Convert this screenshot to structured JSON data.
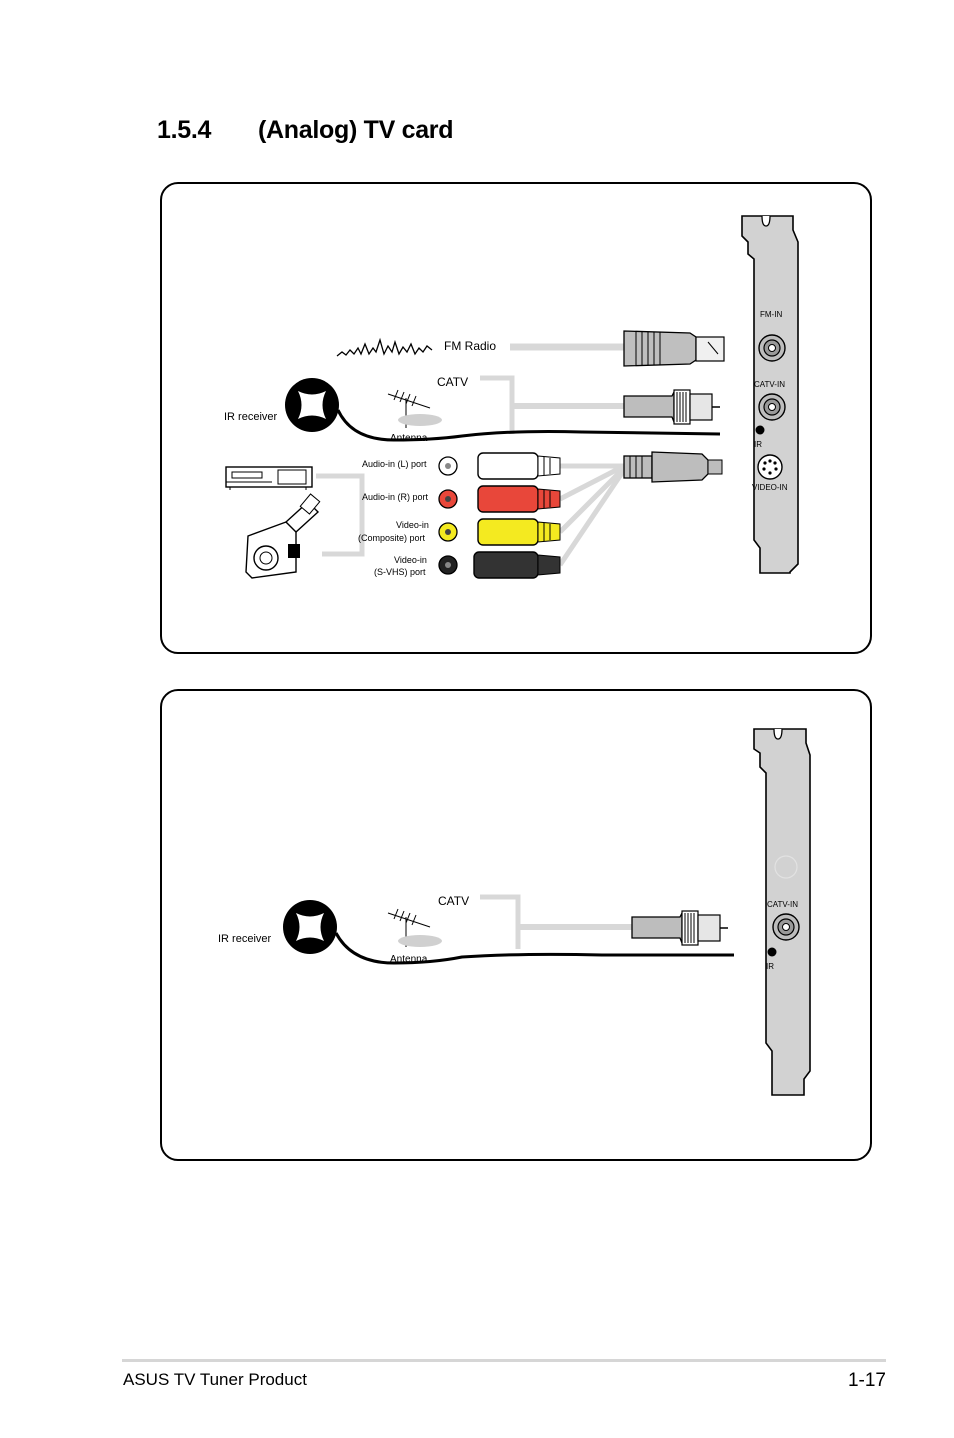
{
  "section": {
    "number": "1.5.4",
    "title": "(Analog) TV card"
  },
  "diagram1": {
    "fm_radio": "FM Radio",
    "catv": "CATV",
    "ir_receiver": "IR receiver",
    "antenna": "Antenna",
    "audio_in_l": "Audio-in (L) port",
    "audio_in_r": "Audio-in (R) port",
    "video_in_composite_1": "Video-in",
    "video_in_composite_2": "(Composite) port",
    "video_in_svhs_1": "Video-in",
    "video_in_svhs_2": "(S-VHS) port",
    "bracket_fm_in": "FM-IN",
    "bracket_catv_in": "CATV-IN",
    "bracket_ir": "IR",
    "bracket_video_in": "VIDEO-IN"
  },
  "diagram2": {
    "catv": "CATV",
    "ir_receiver": "IR receiver",
    "antenna": "Antenna",
    "bracket_catv_in": "CATV-IN",
    "bracket_ir": "IR"
  },
  "footer": {
    "product": "ASUS TV Tuner Product",
    "page": "1-17"
  },
  "colors": {
    "audio_left": "#ffffff",
    "audio_right": "#e8473a",
    "composite": "#f4ea20",
    "svhs": "#333333",
    "bracket": "#d2d2d2",
    "cable": "#d8d8d8"
  }
}
